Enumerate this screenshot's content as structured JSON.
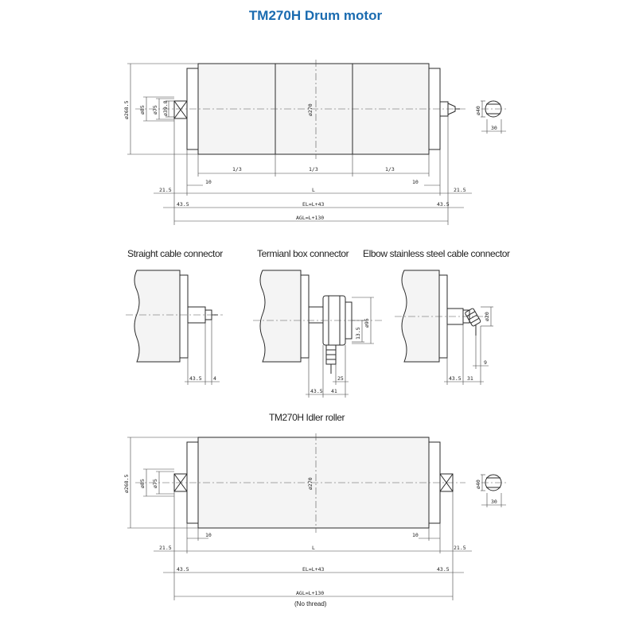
{
  "title": "TM270H Drum motor",
  "drum_motor": {
    "dia_268_5": "ø268.5",
    "dia_85": "ø85",
    "dia_75": "ø75",
    "dia_39_8": "ø39.8",
    "dia_270": "ø270",
    "dia_40": "ø40",
    "dim_30": "30",
    "third": "1/3",
    "dim_10": "10",
    "dim_21_5": "21.5",
    "dim_L": "L",
    "dim_43_5": "43.5",
    "el": "EL=L+43",
    "agl": "AGL=L+130"
  },
  "connectors": {
    "straight": {
      "label": "Straight cable connector",
      "d1": "43.5",
      "d2": "4"
    },
    "terminal": {
      "label": "Termianl box connector",
      "d_95": "ø95",
      "d_13_5": "13.5",
      "d_25": "25",
      "d_43_5": "43.5",
      "d_41": "41"
    },
    "elbow": {
      "label": "Elbow stainless steel cable connector",
      "d_20": "ø20",
      "d_9": "9",
      "d_43_5": "43.5",
      "d_31": "31"
    }
  },
  "idler": {
    "label": "TM270H  Idler roller",
    "dia_268_5": "ø268.5",
    "dia_85": "ø85",
    "dia_75": "ø75",
    "dia_270": "ø270",
    "dia_40": "ø40",
    "dim_30": "30",
    "dim_10": "10",
    "dim_21_5": "21.5",
    "dim_L": "L",
    "dim_43_5": "43.5",
    "el": "EL=L+43",
    "agl": "AGL=L+130",
    "no_thread": "(No thread)"
  }
}
